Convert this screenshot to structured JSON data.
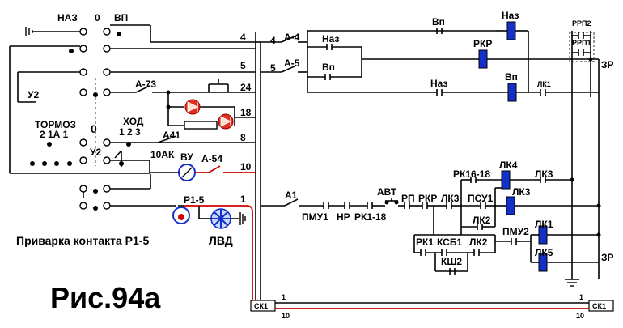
{
  "figure_title": "Рис.94а",
  "caption": "Приварка контакта Р1-5",
  "controller": {
    "positions_top": [
      "НАЗ",
      "0",
      "ВП"
    ],
    "brake_label": "ТОРМОЗ",
    "brake_positions": "2 1А 1",
    "zero_label": "0",
    "run_label": "ХОД",
    "run_positions": "1  2  3",
    "y2_a": "У2",
    "y2_b": "У2"
  },
  "left_labels": {
    "a73": "А-73",
    "a41": "А41",
    "ak10": "10АК",
    "vu": "ВУ",
    "a54": "А-54",
    "p15": "Р1-5",
    "lvd": "ЛВД"
  },
  "wires": [
    "4",
    "5",
    "24",
    "18",
    "8",
    "10",
    "1"
  ],
  "upper_right": {
    "a4": "А-4",
    "a5": "А-5",
    "wire4": "4",
    "wire5": "5",
    "naz1": "Наз",
    "vp1": "Вп",
    "vp2": "Вп",
    "naz2": "Наз",
    "rkr": "РКР",
    "naz3": "Наз",
    "vp3": "Вп",
    "lk1": "ЛК1",
    "rrp2": "РРП2",
    "rrp1": "РРП1",
    "zr": "ЗР"
  },
  "lower_right": {
    "a1": "А1",
    "pmu1": "ПМУ1",
    "np": "НР",
    "rk118": "РК1-18",
    "avt": "АВТ",
    "rp": "РП",
    "rkr": "РКР",
    "lk3a": "ЛК3",
    "rk1618": "РК16-18",
    "psu1": "ПСУ1",
    "lk4": "ЛК4",
    "lk3b": "ЛК3",
    "lk3c": "ЛК3",
    "lk2a": "ЛК2",
    "rk1": "РК1",
    "ksb1": "КСБ1",
    "lk2b": "ЛК2",
    "ksh2": "КШ2",
    "pmu2": "ПМУ2",
    "lk1": "ЛК1",
    "lk5": "ЛК5",
    "zr": "ЗР"
  },
  "bus": {
    "left_connector": "СК1",
    "right_connector": "СК1",
    "w1_left": "1",
    "w10_left": "10",
    "w1_right": "1",
    "w10_right": "10"
  }
}
